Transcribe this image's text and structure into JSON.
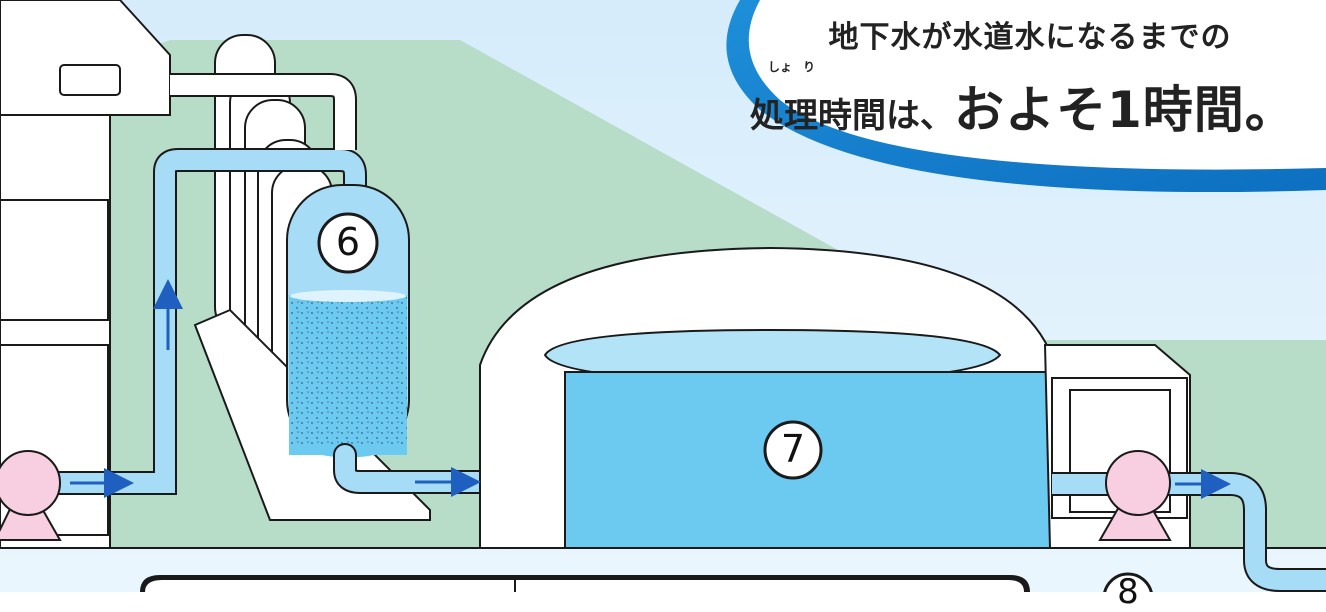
{
  "bubble": {
    "line1": "地下水が水道水になるまでの",
    "line2_prefix": "処理時間は、",
    "line2_main": "およそ1時間",
    "line2_suffix": "。",
    "ruby_sho": "しょ",
    "ruby_ri": "り"
  },
  "labels": {
    "six": "⑥",
    "seven": "⑦",
    "eight": "⑧"
  },
  "colors": {
    "sky": "#dcefff",
    "ground": "#b7dcc8",
    "water": "#6cc9ef",
    "pipe": "#a6dcf6",
    "pump": "#f7cfe1",
    "arrow": "#1f5fbf",
    "bubble_ring": "#1e8fd9"
  }
}
